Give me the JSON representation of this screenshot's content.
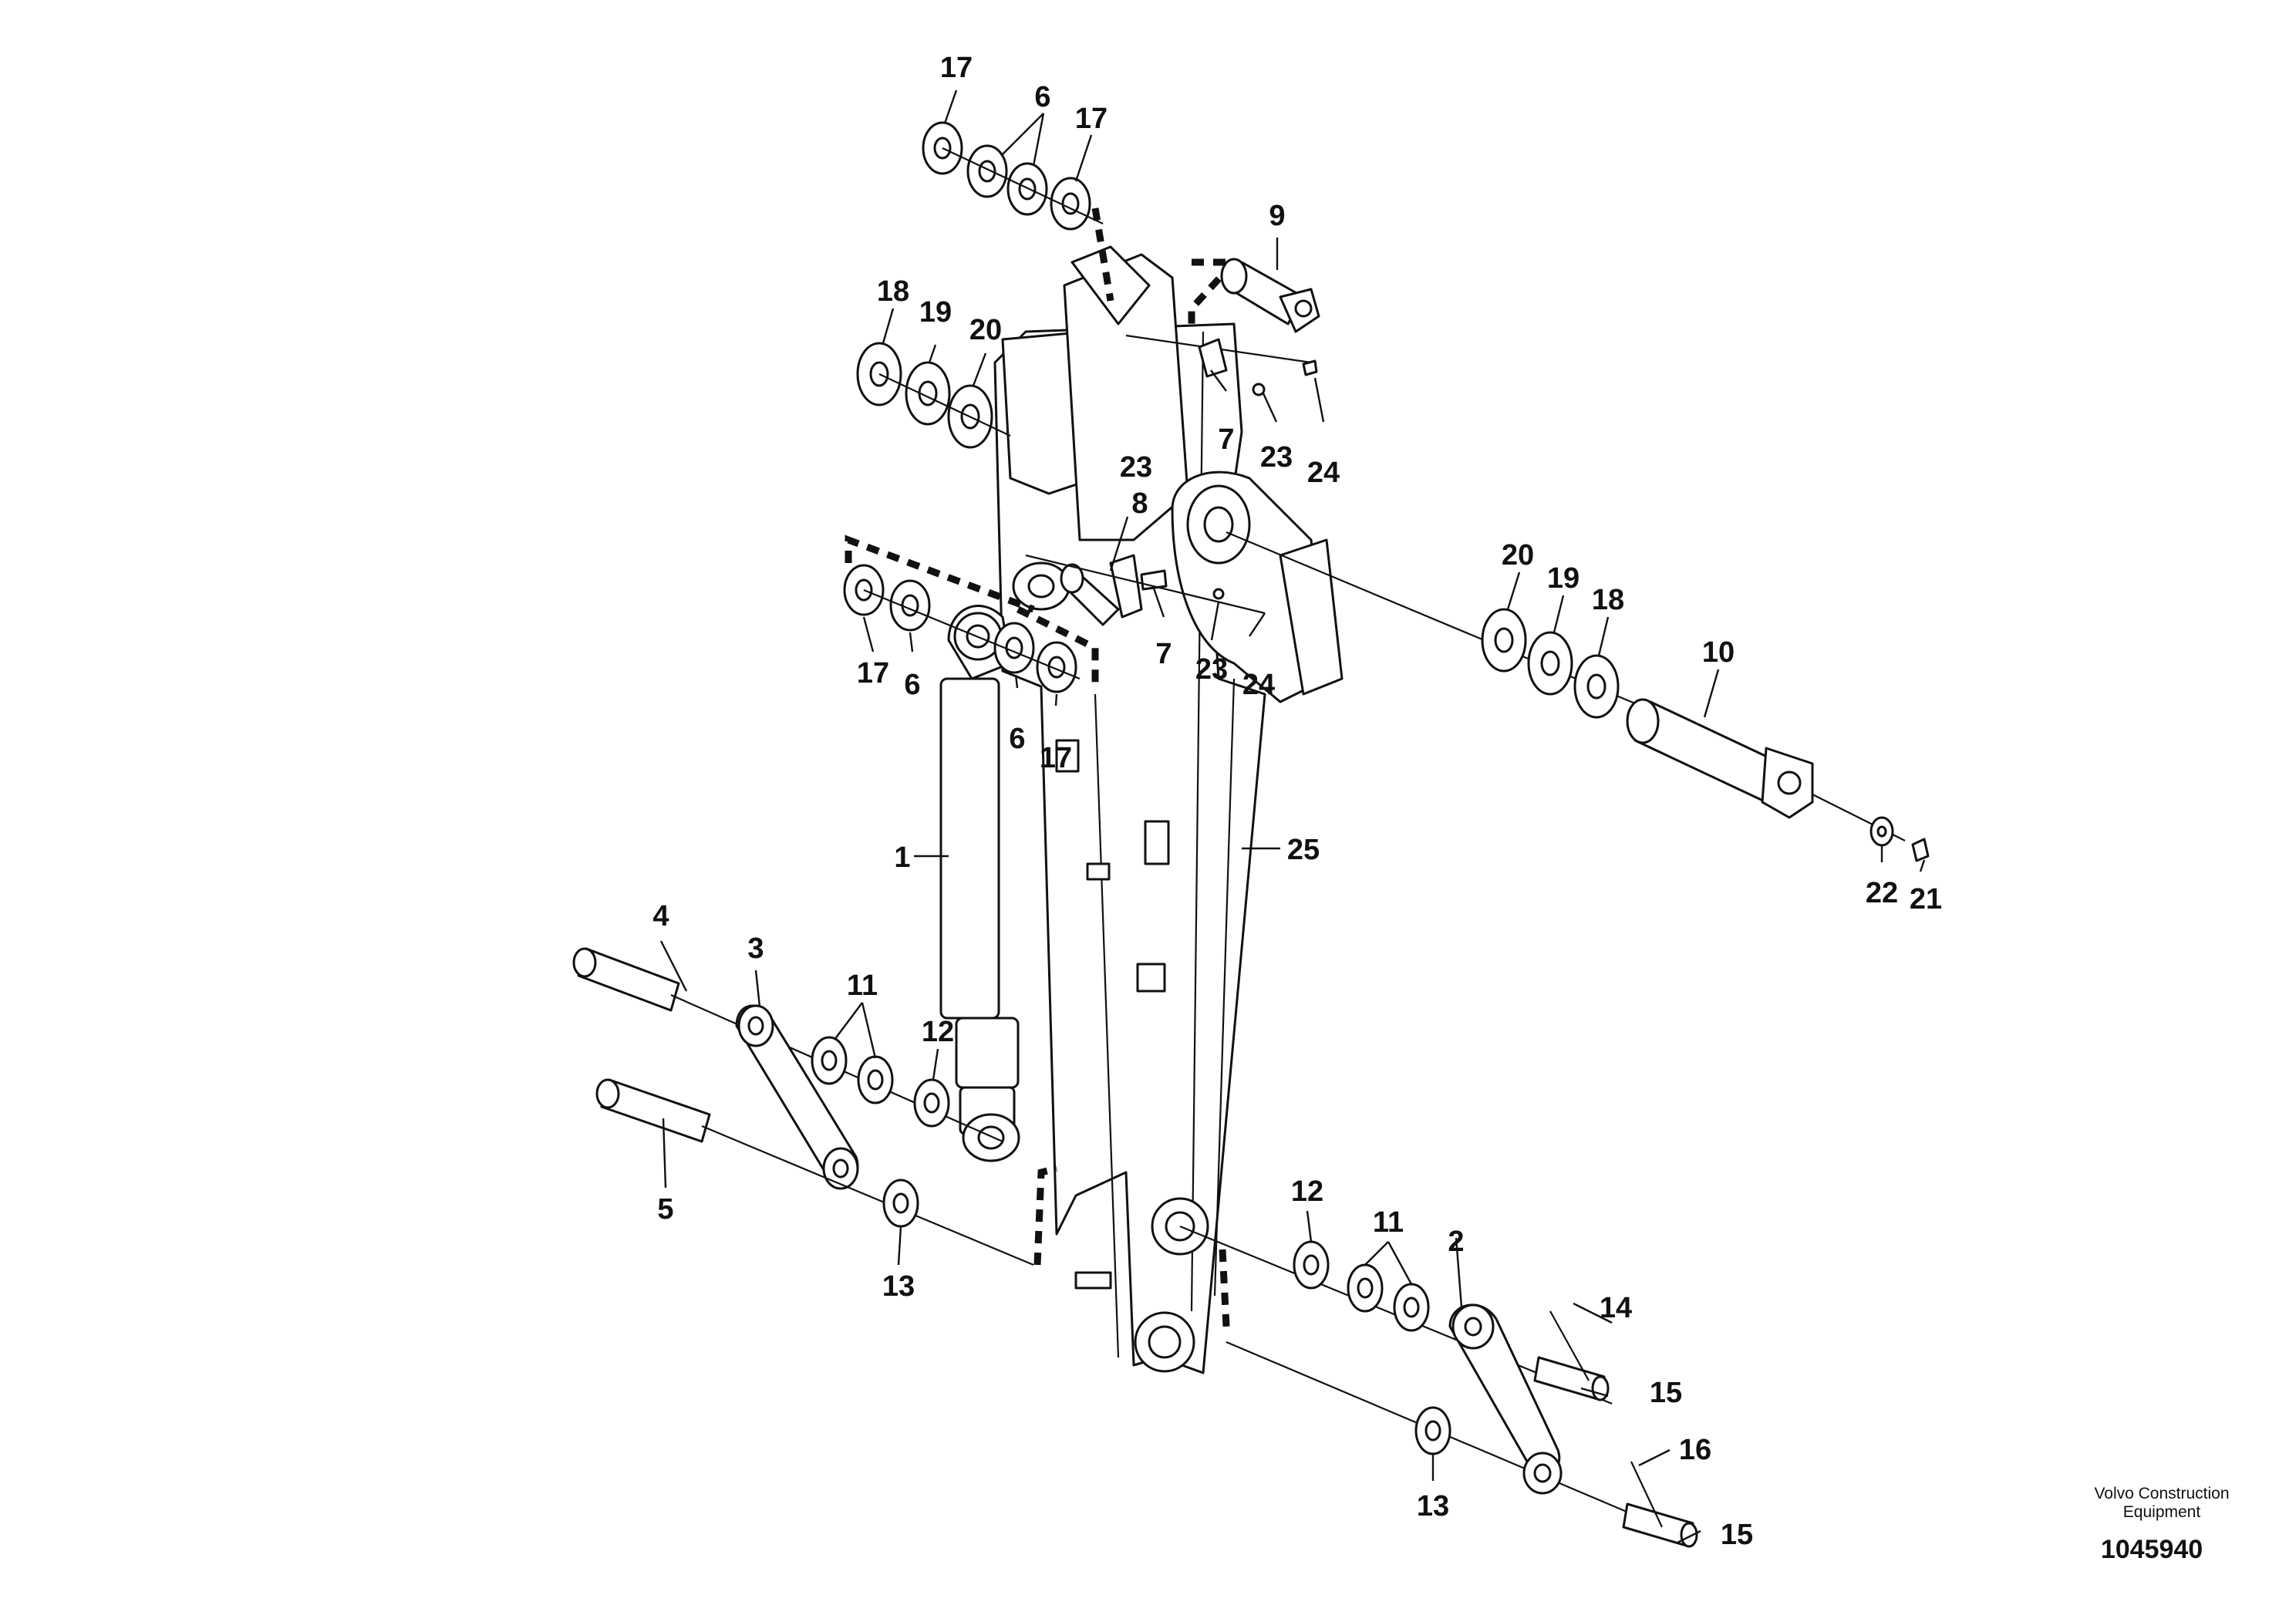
{
  "callouts": {
    "c1": "1",
    "c2": "2",
    "c3": "3",
    "c4": "4",
    "c5": "5",
    "c6a": "6",
    "c6b": "6",
    "c6c": "6",
    "c7a": "7",
    "c7b": "7",
    "c8": "8",
    "c9": "9",
    "c10": "10",
    "c11a": "11",
    "c11b": "11",
    "c12a": "12",
    "c12b": "12",
    "c13a": "13",
    "c13b": "13",
    "c14": "14",
    "c15a": "15",
    "c15b": "15",
    "c16": "16",
    "c17a": "17",
    "c17b": "17",
    "c17c": "17",
    "c17d": "17",
    "c18a": "18",
    "c18b": "18",
    "c19a": "19",
    "c19b": "19",
    "c20a": "20",
    "c20b": "20",
    "c21": "21",
    "c22": "22",
    "c23a": "23",
    "c23b": "23",
    "c23c": "23",
    "c24a": "24",
    "c24b": "24",
    "c25": "25"
  },
  "footer": {
    "brand_line1": "Volvo Construction",
    "brand_line2": "Equipment",
    "drawing_number": "1045940"
  },
  "colors": {
    "line": "#111111",
    "fill": "#ffffff"
  }
}
